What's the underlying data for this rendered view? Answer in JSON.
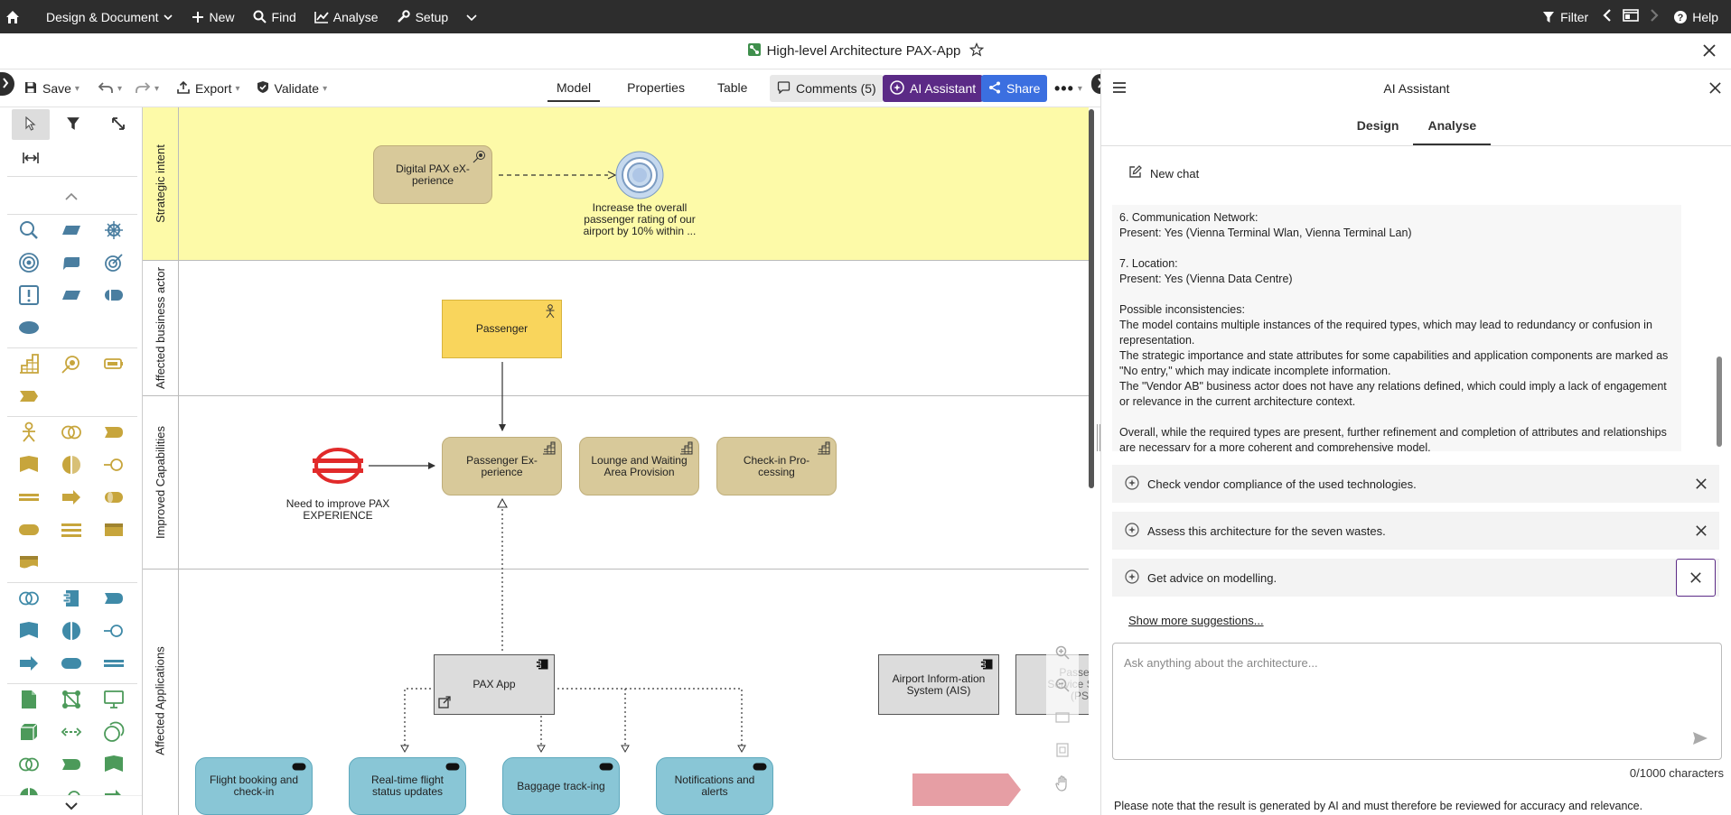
{
  "topnav": {
    "home_icon": "home-icon",
    "menu": [
      {
        "label": "Design & Document",
        "icon": "",
        "caret": true
      },
      {
        "label": "New",
        "icon": "plus-icon",
        "caret": false
      },
      {
        "label": "Find",
        "icon": "search-icon",
        "caret": false
      },
      {
        "label": "Analyse",
        "icon": "chart-icon",
        "caret": false
      },
      {
        "label": "Setup",
        "icon": "wrench-icon",
        "caret": false
      }
    ],
    "filter_label": "Filter",
    "help_label": "Help"
  },
  "titlebar": {
    "title": "High-level Architecture PAX-App"
  },
  "toolbar": {
    "save_label": "Save",
    "export_label": "Export",
    "validate_label": "Validate",
    "tabs": [
      "Model",
      "Properties",
      "Table"
    ],
    "active_tab": "Model",
    "comments_label": "Comments (5)",
    "ai_label": "AI Assistant",
    "share_label": "Share",
    "colors": {
      "ai": "#5b2a86",
      "share": "#3b6fe0"
    }
  },
  "lanes": [
    {
      "label": "Strategic intent",
      "color": "#fdfaa8"
    },
    {
      "label": "Affected business actor",
      "color": "#ffffff"
    },
    {
      "label": "Improved Capabilities",
      "color": "#ffffff"
    },
    {
      "label": "Affected Applications",
      "color": "#ffffff"
    }
  ],
  "nodes": {
    "digital_pax": "Digital PAX eX-perience",
    "goal": "Increase the overall passenger rating of our airport by 10% within ...",
    "passenger": "Passenger",
    "need": "Need to improve PAX EXPERIENCE",
    "cap1": "Passenger Ex-perience",
    "cap2": "Lounge and Waiting Area Provision",
    "cap3": "Check-in Pro-cessing",
    "pax_app": "PAX App",
    "ais": "Airport Inform-ation System (AIS)",
    "pss": "Passenger Service System (PSS)",
    "svc1": "Flight booking and check-in",
    "svc2": "Real-time flight status updates",
    "svc3": "Baggage track-ing",
    "svc4": "Notifications and alerts"
  },
  "ai": {
    "title": "AI Assistant",
    "tabs": [
      "Design",
      "Analyse"
    ],
    "active_tab": "Analyse",
    "new_chat_label": "New chat",
    "response": [
      "6. Communication Network:\nPresent: Yes (Vienna Terminal Wlan, Vienna Terminal Lan)",
      "7. Location:\nPresent: Yes (Vienna Data Centre)",
      "Possible inconsistencies:\nThe model contains multiple instances of the required types, which may lead to redundancy or confusion in representation.\nThe strategic importance and state attributes for some capabilities and application components are marked as \"No entry,\" which may indicate incomplete information.\nThe \"Vendor AB\" business actor does not have any relations defined, which could imply a lack of engagement or relevance in the current architecture context.",
      "Overall, while the required types are present, further refinement and completion of attributes and relationships are necessary for a more coherent and comprehensive model."
    ],
    "suggestions": [
      "Check vendor compliance of the used technologies.",
      "Assess this architecture for the seven wastes.",
      "Get advice on modelling."
    ],
    "show_more": "Show more suggestions...",
    "input_placeholder": "Ask anything about the architecture...",
    "char_count": "0/1000 characters",
    "disclaimer": "Please note that the result is generated by AI and must therefore be reviewed for accuracy and relevance."
  }
}
